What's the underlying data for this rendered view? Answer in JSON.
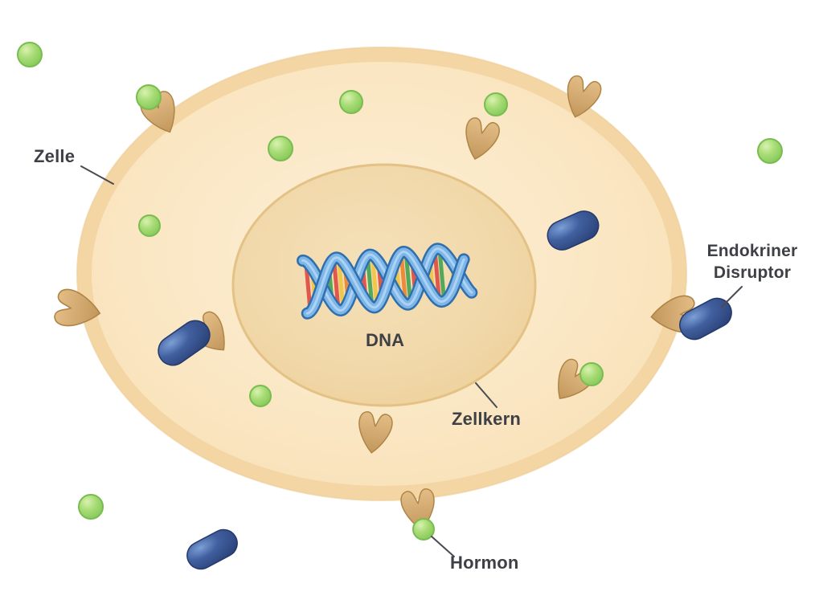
{
  "diagram": {
    "type": "cell-illustration",
    "background": "#FFFFFF",
    "labels": {
      "zelle": "Zelle",
      "dna": "DNA",
      "zellkern": "Zellkern",
      "hormon": "Hormon",
      "endokriner_disruptor": "Endokriner Disruptor"
    },
    "elements": [
      {
        "name": "cell",
        "label_key": "zelle",
        "shape": "large-cream-ellipse",
        "color": "#F9E4BE",
        "rim_color": "#F3D6A4"
      },
      {
        "name": "nucleus",
        "label_key": "zellkern",
        "shape": "inner-beige-ellipse",
        "color": "#F0D5A3"
      },
      {
        "name": "dna",
        "label_key": "dna",
        "shape": "double-helix",
        "strand_color": "#7EB6E8",
        "rung_colors": [
          "#E2574C",
          "#F0C64B",
          "#53A85C",
          "#EE8A3C"
        ]
      },
      {
        "name": "hormone",
        "label_key": "hormon",
        "shape": "green-sphere",
        "color": "#8FCE62",
        "count": 11
      },
      {
        "name": "endocrine-disruptor",
        "label_key": "endokriner_disruptor",
        "shape": "blue-capsule",
        "color": "#30508F",
        "count": 4
      },
      {
        "name": "receptor",
        "shape": "tan-claw",
        "color": "#D2A96F",
        "count": 9
      }
    ],
    "text_color": "#3F4046",
    "pointer_line_color": "#4A4A52"
  }
}
